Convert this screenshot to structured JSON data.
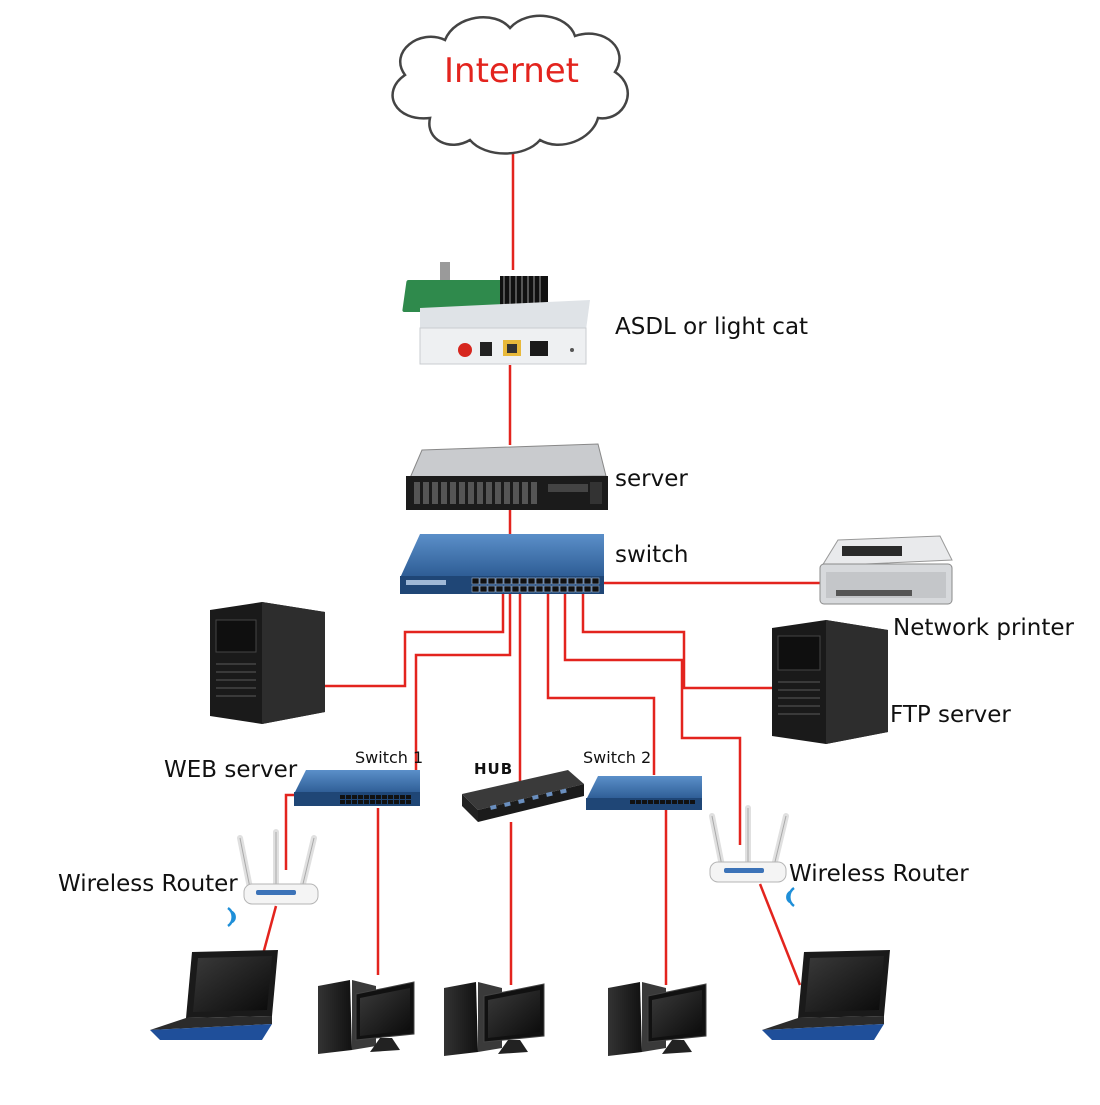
{
  "cloud": {
    "label": "Internet"
  },
  "labels": {
    "modem": "ASDL or light cat",
    "server": "server",
    "switch": "switch",
    "printer": "Network printer",
    "ftp": "FTP server",
    "web": "WEB server",
    "switch1": "Switch 1",
    "hub": "HUB",
    "switch2": "Switch 2",
    "router_left": "Wireless Router",
    "router_right": "Wireless Router"
  },
  "colors": {
    "link": "#e3241e",
    "switch_blue": "#3b6ea5",
    "device_dark": "#1c1c1c",
    "modem_body": "#e9ecef"
  }
}
